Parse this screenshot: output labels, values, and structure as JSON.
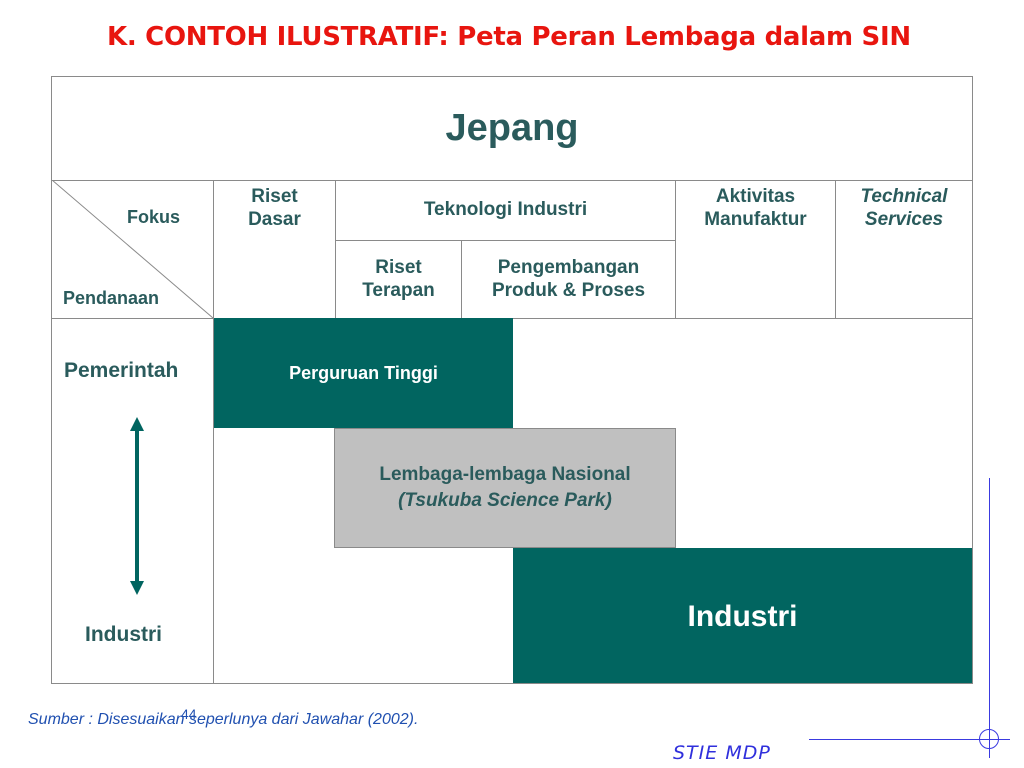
{
  "title": "K. CONTOH ILUSTRATIF: Peta Peran Lembaga dalam SIN",
  "country": "Jepang",
  "corner": {
    "focus_label": "Fokus",
    "funding_label": "Pendanaan"
  },
  "columns": {
    "riset_dasar": "Riset Dasar",
    "teknologi_industri": "Teknologi Industri",
    "riset_terapan": "Riset Terapan",
    "pengembangan": "Pengembangan Produk & Proses",
    "aktivitas_manufaktur": "Aktivitas Manufaktur",
    "technical_services": "Technical Services"
  },
  "rows": {
    "top_label": "Pemerintah",
    "bottom_label": "Industri"
  },
  "blocks": {
    "perguruan_tinggi": "Perguruan Tinggi",
    "lembaga_nasional": "Lembaga-lembaga Nasional",
    "lembaga_nasional_sub": "(Tsukuba Science Park)",
    "industri": "Industri"
  },
  "colors": {
    "title": "#e8150f",
    "dark_block": "#016560",
    "grey_block": "#c0c0c0",
    "text": "#2a5b5c"
  },
  "source": "Sumber : Disesuaikan seperlunya dari  Jawahar (2002).",
  "page_number": "44",
  "footer": "STIE MDP"
}
